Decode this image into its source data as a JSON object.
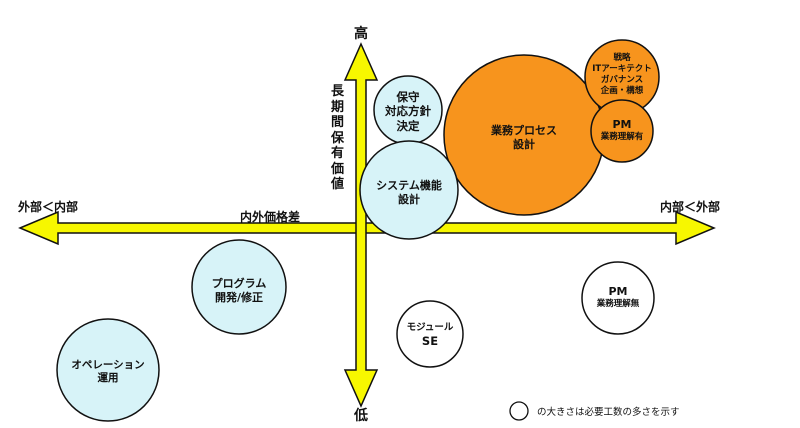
{
  "axes": {
    "vertical_top": "高",
    "vertical_bottom": "低",
    "vertical_title": "長期間保有価値",
    "horizontal_left": "外部＜内部",
    "horizontal_right": "内部＜外部",
    "horizontal_title": "内外価格差"
  },
  "bubbles": [
    {
      "id": "hoshu",
      "lines": [
        "保守",
        "対応方針",
        "決定"
      ],
      "fill": "#d7f3f8"
    },
    {
      "id": "gyomu",
      "lines": [
        "業務プロセス",
        "設計"
      ],
      "fill": "#f7941d"
    },
    {
      "id": "senryaku",
      "lines": [
        "戦略",
        "ITアーキテクト",
        "ガバナンス",
        "企画・構想"
      ],
      "fill": "#f7941d"
    },
    {
      "id": "pm_yes",
      "lines": [
        "PM",
        "業務理解有"
      ],
      "fill": "#f7941d"
    },
    {
      "id": "system",
      "lines": [
        "システム機能",
        "設計"
      ],
      "fill": "#d7f3f8"
    },
    {
      "id": "program",
      "lines": [
        "プログラム",
        "開発/修正"
      ],
      "fill": "#d7f3f8"
    },
    {
      "id": "module",
      "lines": [
        "モジュール",
        "SE"
      ],
      "fill": "#ffffff"
    },
    {
      "id": "operation",
      "lines": [
        "オペレーション",
        "運用"
      ],
      "fill": "#d7f3f8"
    },
    {
      "id": "pm_no",
      "lines": [
        "PM",
        "業務理解無"
      ],
      "fill": "#ffffff"
    }
  ],
  "legend": {
    "text": "の大きさは必要工数の多さを示す"
  },
  "colors": {
    "arrow": "#f7f700",
    "outline": "#111111"
  }
}
